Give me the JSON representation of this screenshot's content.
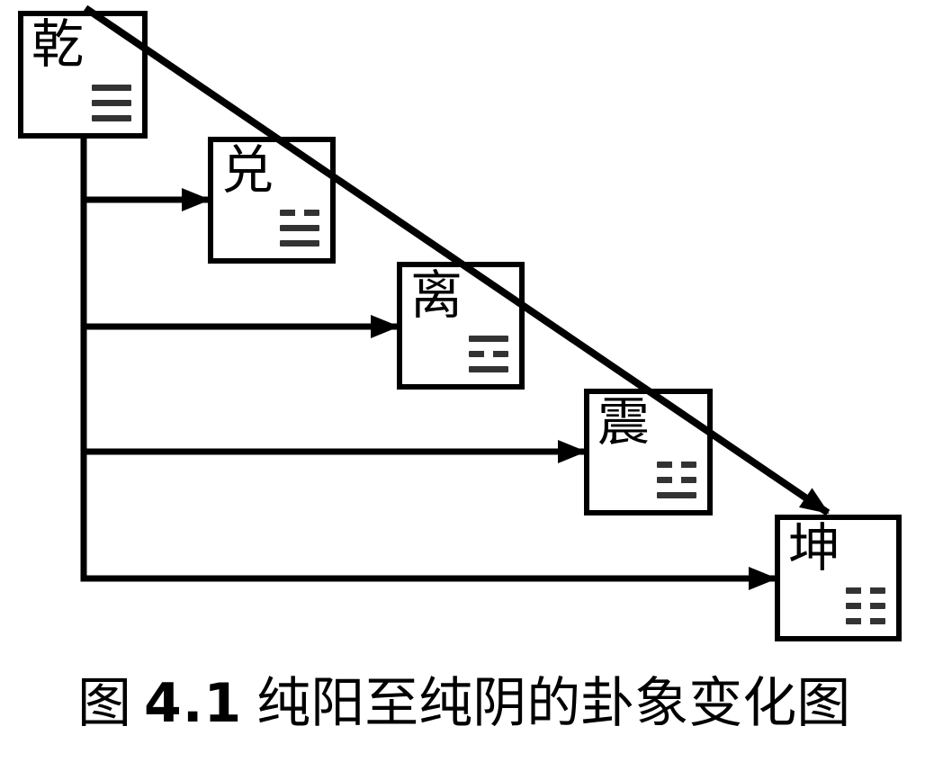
{
  "diagram": {
    "description": "trigram-change-flow",
    "nodes": [
      {
        "id": "qian",
        "label": "乾",
        "trigram": {
          "name": "trigram-qian-heaven",
          "symbol": "☰",
          "lines": [
            "solid",
            "solid",
            "solid"
          ]
        }
      },
      {
        "id": "dui",
        "label": "兑",
        "trigram": {
          "name": "trigram-dui-lake",
          "symbol": "☱",
          "lines": [
            "broken",
            "solid",
            "solid"
          ]
        }
      },
      {
        "id": "li",
        "label": "离",
        "trigram": {
          "name": "trigram-li-fire",
          "symbol": "☲",
          "lines": [
            "solid",
            "broken",
            "solid"
          ]
        }
      },
      {
        "id": "zhen",
        "label": "震",
        "trigram": {
          "name": "trigram-zhen-thunder",
          "symbol": "☳",
          "lines": [
            "broken",
            "broken",
            "solid"
          ]
        }
      },
      {
        "id": "kun",
        "label": "坤",
        "trigram": {
          "name": "trigram-kun-earth",
          "symbol": "☷",
          "lines": [
            "broken",
            "broken",
            "broken"
          ]
        }
      }
    ],
    "edges": [
      {
        "from": "qian",
        "to": "dui",
        "style": "right-angle-arrow"
      },
      {
        "from": "qian",
        "to": "li",
        "style": "right-angle-arrow"
      },
      {
        "from": "qian",
        "to": "zhen",
        "style": "right-angle-arrow"
      },
      {
        "from": "qian",
        "to": "kun",
        "style": "right-angle-arrow"
      },
      {
        "from": "qian",
        "to": "kun",
        "style": "diagonal-arrow"
      }
    ]
  },
  "caption": {
    "figure_label": "图",
    "figure_number": "4.1",
    "title": "纯阳至纯阴的卦象变化图"
  },
  "colors": {
    "line": "#000000",
    "box_border": "#000000",
    "trigram": "#333333",
    "text": "#000000",
    "background": "#ffffff"
  }
}
